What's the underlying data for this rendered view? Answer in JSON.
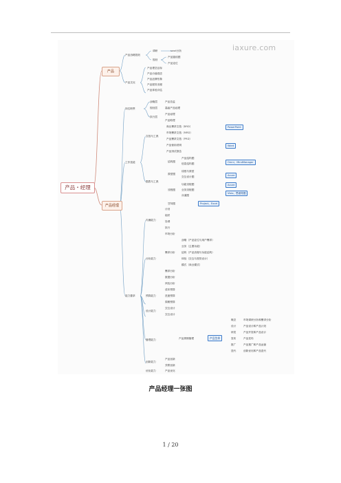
{
  "watermark": "iaxure.com",
  "root": "产品・经理",
  "l1": {
    "product": "产品",
    "manager": "产品经理"
  },
  "product": {
    "planning": "产品战略规划",
    "culture": "产品文化",
    "analysis": "调研",
    "swot": "swot分析",
    "planning2": "规划",
    "p_route": "产品路线图",
    "p_pos": "产品定位",
    "culture_items": [
      "产品理念目标",
      "产品价值观念",
      "产品品牌形象",
      "产品服务流程",
      "产品体验评估"
    ]
  },
  "duty": {
    "label": "岗位职责",
    "items": [
      {
        "key": "战略层",
        "val": "产品总监"
      },
      {
        "key": "规划层",
        "val": "高级产品经理"
      },
      {
        "key": "执行层",
        "val": "产品经理"
      },
      {
        "key": "",
        "val": "产品助理"
      }
    ]
  },
  "work": {
    "label": "工作技能",
    "doc_tools": "文档与工具",
    "docs": [
      "商业需求文档（BRD）",
      "市场需求文档（MRD）",
      "产品需求文档（PRD）",
      "产品使用说明",
      "产品测试报告"
    ],
    "powerpoint": "PowerPoint",
    "word": "Word",
    "chart_tools": "图表与工具",
    "structure": "结构图",
    "structure_items": [
      "产品结构图",
      "信息结构图"
    ],
    "proto": "原型图",
    "proto_items": [
      "线框与原型",
      "交互设计图"
    ],
    "flow": "流程图",
    "flow_items": [
      "功能流程图",
      "业务流程图",
      "泳道图"
    ],
    "gantt": "甘特图",
    "tool_omni": "Omni、MindManager",
    "tool_axure": "Axure",
    "tool_visio": "Axure",
    "tool_visio2": "Visio、思维导图",
    "tool_project": "Project、Excel"
  },
  "ability": {
    "label": "能力要求",
    "comm": "沟通能力",
    "comm_items": [
      "计划",
      "组织",
      "协调",
      "执行"
    ],
    "analysis": "分析能力",
    "market": "市场分析",
    "demand": "需求分析",
    "demand_items": [
      "战略（产品定位与用户需求）",
      "业务（主要功能）",
      "结构（产品流程与功能结构）",
      "体验（交互与视觉设计）",
      "模式（商业模式）"
    ],
    "other_analysis": [
      "需求分析",
      "数据分析",
      "风险分析"
    ],
    "forecast": "预算能力",
    "forecast_items": [
      "成本预算",
      "进度预算",
      "周期预算"
    ],
    "design": "设计能力",
    "design_items": [
      "交互设计",
      "交互设计"
    ],
    "manage": "管理能力",
    "lifecycle": "产品周期管理",
    "prod_life": "产品生命",
    "phases": [
      {
        "k": "概念",
        "v": "市场调研分析和需求分析"
      },
      {
        "k": "设计",
        "v": "产品设计和产品计划"
      },
      {
        "k": "研发",
        "v": "产品开发和产品设计"
      },
      {
        "k": "发布",
        "v": "产品发布"
      },
      {
        "k": "推广",
        "v": "产品推广和产品运营"
      },
      {
        "k": "迭代",
        "v": "创新优化和产品迭代"
      }
    ],
    "innov": "创新能力",
    "innov_items": [
      "产品创新",
      "关联创新"
    ],
    "optimize": "优化能力",
    "opt_item": "产品优化"
  },
  "caption": "产品经理一张图",
  "page": "1 / 20"
}
